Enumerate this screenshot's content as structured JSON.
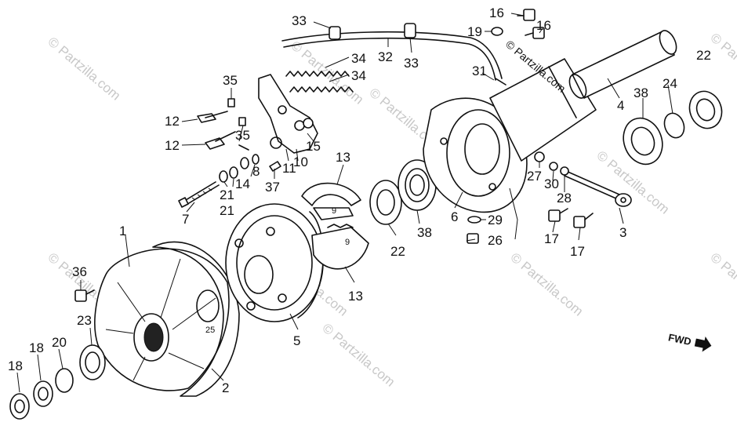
{
  "diagram": {
    "part_numbers": [
      "1",
      "2",
      "3",
      "4",
      "5",
      "6",
      "7",
      "8",
      "9",
      "9",
      "10",
      "11",
      "12",
      "12",
      "13",
      "13",
      "14",
      "15",
      "16",
      "16",
      "17",
      "17",
      "18",
      "18",
      "19",
      "20",
      "21",
      "21",
      "22",
      "22",
      "23",
      "24",
      "25",
      "26",
      "27",
      "28",
      "29",
      "30",
      "31",
      "32",
      "33",
      "33",
      "34",
      "34",
      "35",
      "35",
      "36",
      "37",
      "38",
      "38"
    ],
    "direction_label": "FWD",
    "watermarks": [
      "© Partzilla.com",
      "© Partzilla.com",
      "© Partzilla.com",
      "© Partzilla.com",
      "© Partzilla.com",
      "© Partzilla.com",
      "© Partzilla.com",
      "© Partzilla.com",
      "© Partzilla.com",
      "© Partzilla.com"
    ],
    "center_watermark": "© Partzilla.com"
  }
}
